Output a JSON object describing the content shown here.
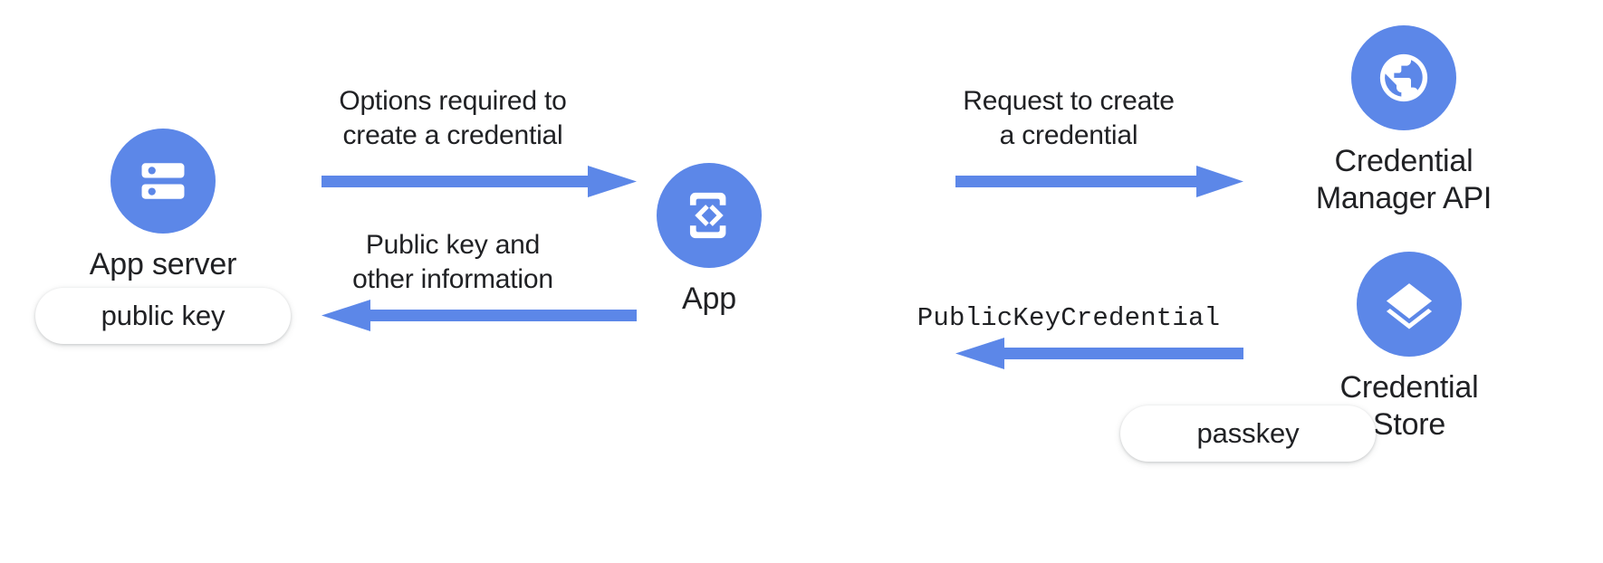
{
  "diagram": {
    "title": "Passkey creation flow",
    "accent_color": "#5C87E8",
    "text_color": "#202124",
    "background": "#FFFFFF"
  },
  "nodes": [
    {
      "id": "app-server",
      "label": "App server",
      "icon": "server-icon",
      "chip": "public key"
    },
    {
      "id": "app",
      "label": "App",
      "icon": "app-code-phone-icon",
      "chip": null
    },
    {
      "id": "credential-manager-api",
      "label": "Credential\nManager API",
      "icon": "globe-icon",
      "chip": null
    },
    {
      "id": "credential-store",
      "label": "Credential Store",
      "icon": "layers-icon",
      "chip": "passkey"
    }
  ],
  "arrows": [
    {
      "id": "options-required",
      "label": "Options required to\ncreate a credential",
      "direction": "right",
      "mono": false,
      "from": "app-server",
      "to": "app"
    },
    {
      "id": "public-key-and-other-info",
      "label": "Public key and\nother information",
      "direction": "left",
      "mono": false,
      "from": "app",
      "to": "app-server"
    },
    {
      "id": "request-to-create",
      "label": "Request to create\na credential",
      "direction": "right",
      "mono": false,
      "from": "app",
      "to": "credential-manager-api"
    },
    {
      "id": "public-key-credential",
      "label": "PublicKeyCredential",
      "direction": "left",
      "mono": true,
      "from": "credential-store",
      "to": "app"
    }
  ]
}
